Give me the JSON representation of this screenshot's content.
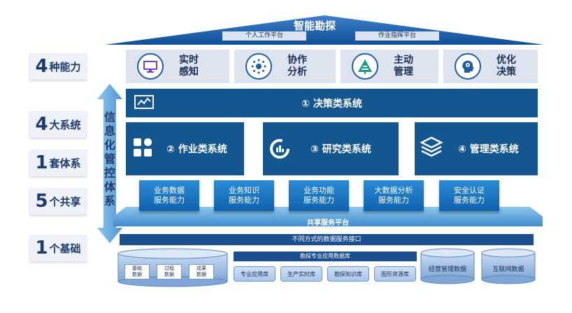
{
  "roof": {
    "title": "智能勘探",
    "platforms": [
      "个人工作平台",
      "作业指挥平台"
    ]
  },
  "left_badges": [
    {
      "number": "4",
      "text": "种能力"
    },
    {
      "number": "4",
      "text": "大系统"
    },
    {
      "number": "1",
      "text": "套体系"
    },
    {
      "number": "5",
      "text": "个共享"
    },
    {
      "number": "1",
      "text": "个基础"
    }
  ],
  "governance_label": "信息化管控体系",
  "capabilities": [
    {
      "line1": "实时",
      "line2": "感知",
      "icon": "monitor-icon"
    },
    {
      "line1": "协作",
      "line2": "分析",
      "icon": "dots-circle-icon"
    },
    {
      "line1": "主动",
      "line2": "管理",
      "icon": "tree-icon"
    },
    {
      "line1": "优化",
      "line2": "决策",
      "icon": "head-gear-icon"
    }
  ],
  "systems": {
    "decision": "① 决策类系统",
    "operation": "② 作业类系统",
    "research": "③ 研究类系统",
    "management": "④ 管理类系统"
  },
  "services": [
    {
      "line1": "业务数据",
      "line2": "服务能力"
    },
    {
      "line1": "业务知识",
      "line2": "服务能力"
    },
    {
      "line1": "业务功能",
      "line2": "服务能力"
    },
    {
      "line1": "大数据分析",
      "line2": "服务能力"
    },
    {
      "line1": "安全认证",
      "line2": "服务能力"
    }
  ],
  "shared_platform": "共享服务平台",
  "interface_bar": "不同方式的数据服务接口",
  "base": {
    "left_dbs": [
      {
        "line1": "基础",
        "line2": "数据"
      },
      {
        "line1": "过程",
        "line2": "数据"
      },
      {
        "line1": "成果",
        "line2": "数据"
      }
    ],
    "app_db_title": "勘探专业应用数据库",
    "app_dbs": [
      "专业应用库",
      "生产实时库",
      "勘探知识库",
      "图形资源库"
    ],
    "business_db": "经营管理数据",
    "internet_db": "互联网数据"
  },
  "colors": {
    "dark_blue": "#14568f",
    "service_blue": "#1a73c4",
    "platform_blue": "#5aa3d9",
    "badge_bg": "#eef1f7"
  }
}
